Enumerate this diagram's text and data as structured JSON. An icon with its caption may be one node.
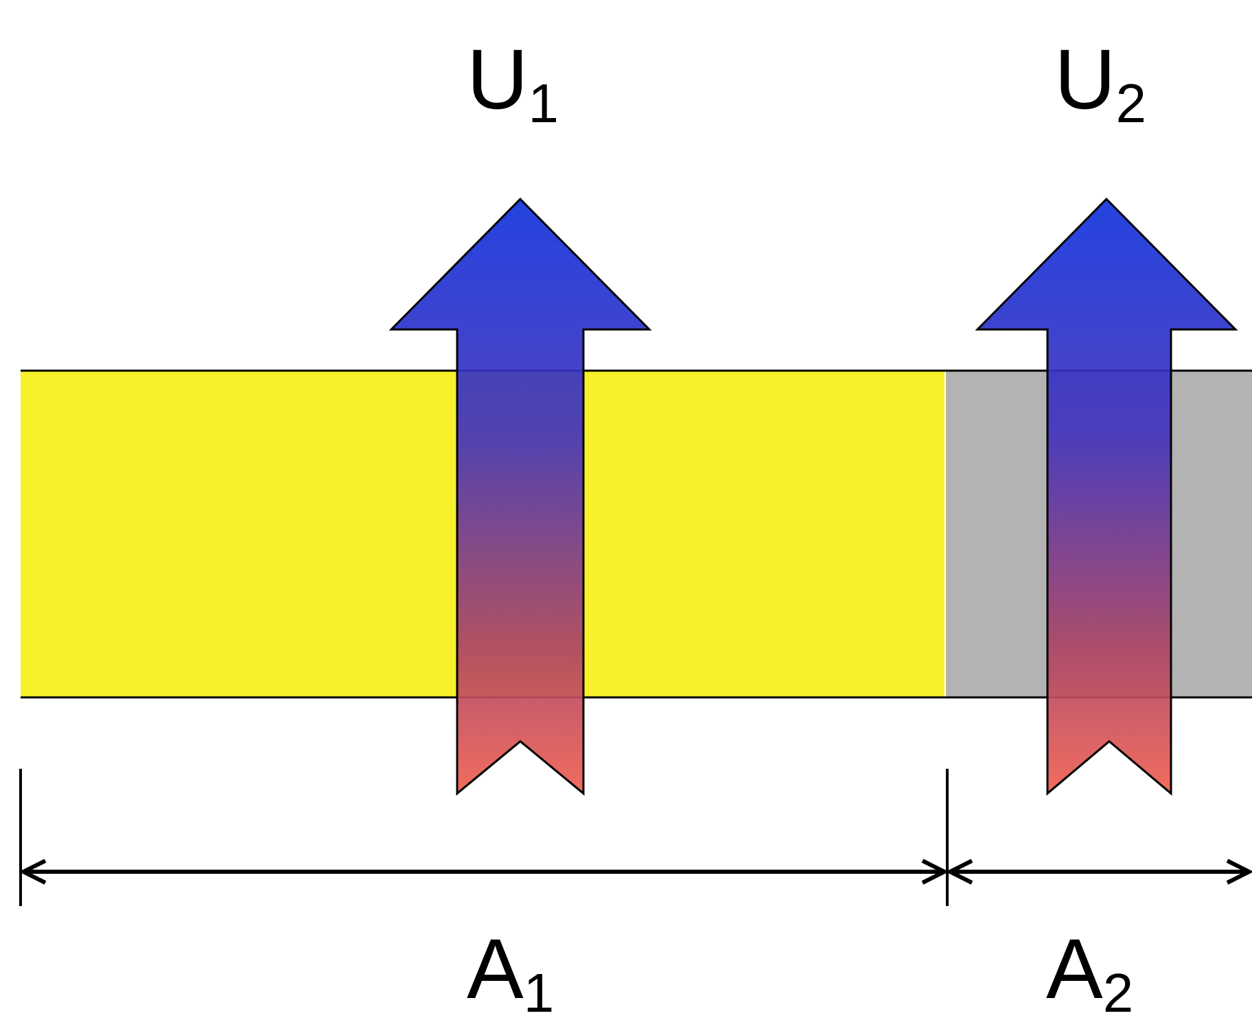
{
  "diagram": {
    "labels": [
      "U$_{1}$",
      "U$_{2}$",
      "A$_{1}$",
      "A$_{2}$"
    ]
  }
}
